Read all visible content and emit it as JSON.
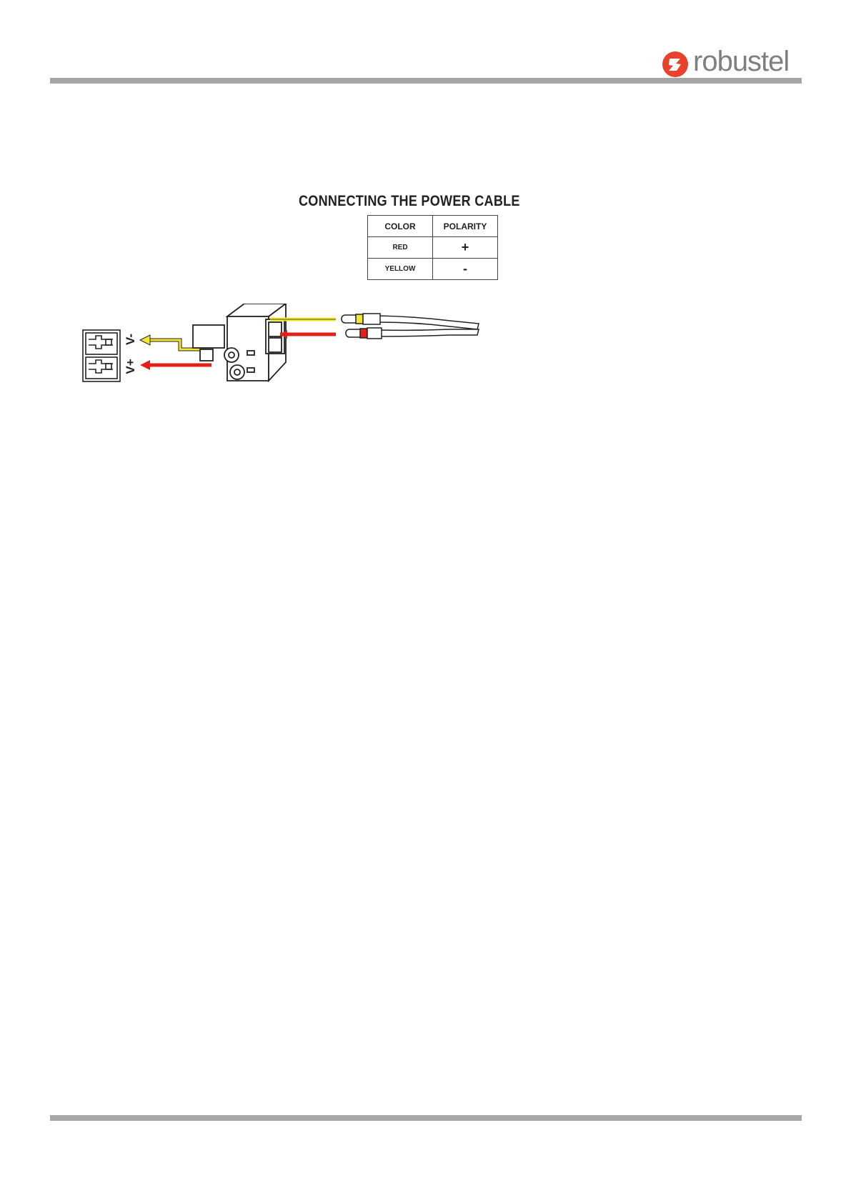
{
  "header": {
    "brand_name": "robustel",
    "brand_color": "#e8412c",
    "rule_color": "#a6a6a6"
  },
  "figure": {
    "title": "CONNECTING THE POWER CABLE",
    "table": {
      "headers": [
        "COLOR",
        "POLARITY"
      ],
      "rows": [
        {
          "color": "RED",
          "polarity": "+"
        },
        {
          "color": "YELLOW",
          "polarity": "-"
        }
      ]
    },
    "terminal_labels": {
      "negative": "V-",
      "positive": "V+"
    },
    "wire_colors": {
      "red": "#e32119",
      "yellow": "#f4e52f"
    }
  }
}
